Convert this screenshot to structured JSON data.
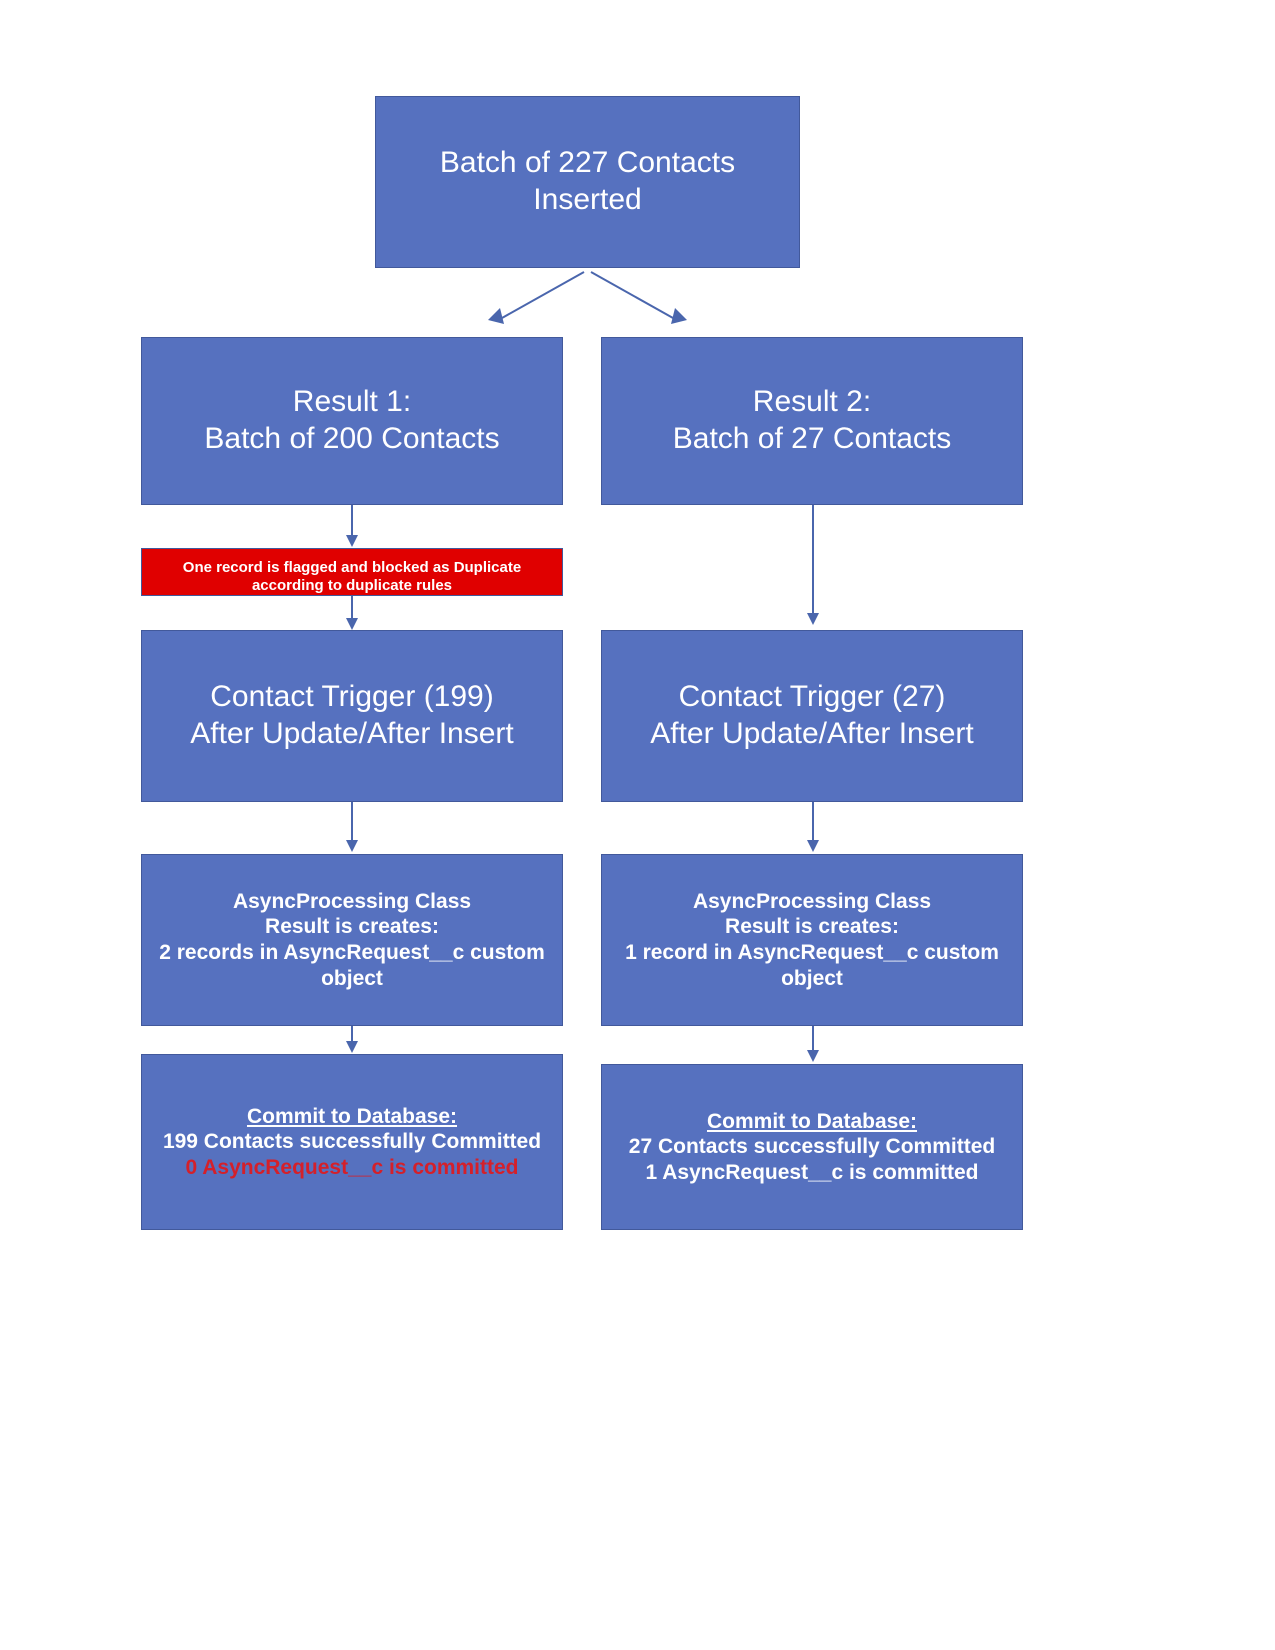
{
  "diagram": {
    "title": "Contact batch insert processing flow",
    "accent_color": "#5671bf",
    "accent_border_color": "#42599b",
    "alert_color": "#e00000",
    "red_text_color": "#d4202a",
    "text_color": "#ffffff",
    "background_color": "#ffffff",
    "connector_color": "#4a66ad"
  },
  "nodes": {
    "batch_root": {
      "line1": "Batch of 227 Contacts",
      "line2": "Inserted"
    },
    "result1": {
      "line1": "Result 1:",
      "line2": "Batch of 200 Contacts"
    },
    "result2": {
      "line1": "Result 2:",
      "line2": "Batch of 27 Contacts"
    },
    "duplicate_alert": {
      "line1": "One record is flagged and blocked as Duplicate",
      "line2": "according to duplicate rules"
    },
    "trigger1": {
      "line1": "Contact Trigger (199)",
      "line2": "After Update/After Insert"
    },
    "trigger2": {
      "line1": "Contact Trigger (27)",
      "line2": "After Update/After Insert"
    },
    "async1": {
      "line1": "AsyncProcessing Class",
      "line2": "Result is creates:",
      "line3": "2 records in AsyncRequest__c custom",
      "line4": "object"
    },
    "async2": {
      "line1": "AsyncProcessing Class",
      "line2": "Result is creates:",
      "line3": "1 record in AsyncRequest__c custom",
      "line4": "object"
    },
    "commit1": {
      "heading": "Commit to Database:",
      "line1": "199 Contacts successfully Committed",
      "line2": "0 AsyncRequest__c is committed"
    },
    "commit2": {
      "heading": "Commit to Database:",
      "line1": "27 Contacts successfully Committed",
      "line2": "1 AsyncRequest__c is committed"
    }
  },
  "connectors": [
    {
      "name": "root-to-result1",
      "from": "batch_root",
      "to": "result1"
    },
    {
      "name": "root-to-result2",
      "from": "batch_root",
      "to": "result2"
    },
    {
      "name": "result1-to-duplicate-alert",
      "from": "result1",
      "to": "duplicate_alert"
    },
    {
      "name": "duplicate-alert-to-trigger1",
      "from": "duplicate_alert",
      "to": "trigger1"
    },
    {
      "name": "result2-to-trigger2",
      "from": "result2",
      "to": "trigger2"
    },
    {
      "name": "trigger1-to-async1",
      "from": "trigger1",
      "to": "async1"
    },
    {
      "name": "trigger2-to-async2",
      "from": "trigger2",
      "to": "async2"
    },
    {
      "name": "async1-to-commit1",
      "from": "async1",
      "to": "commit1"
    },
    {
      "name": "async2-to-commit2",
      "from": "async2",
      "to": "commit2"
    }
  ]
}
